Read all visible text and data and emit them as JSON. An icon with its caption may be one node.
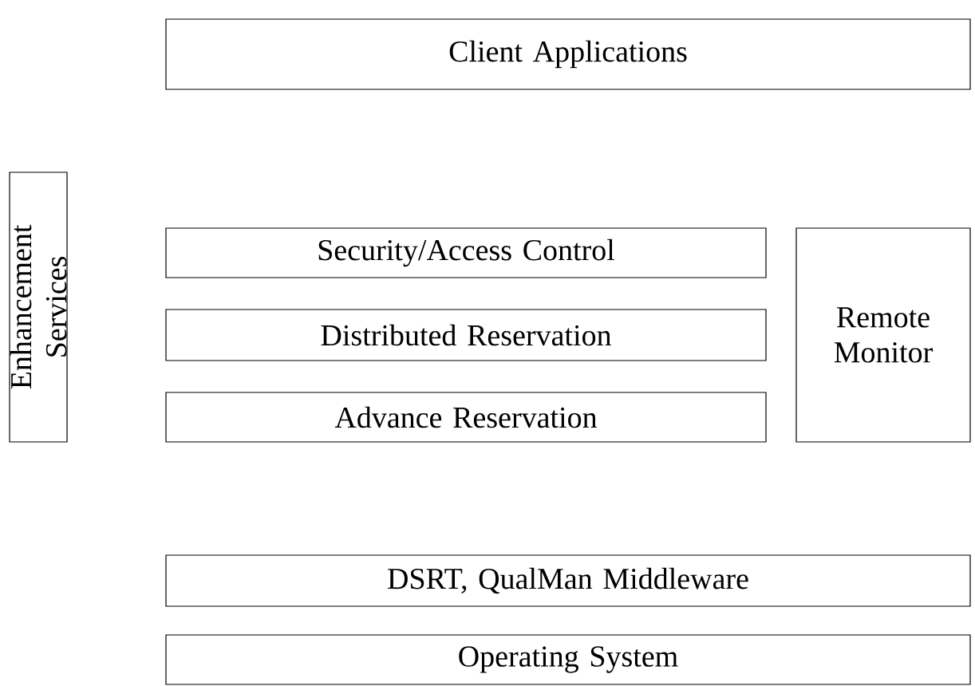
{
  "diagram": {
    "nodes": [
      {
        "text": [
          "Client Applications"
        ]
      },
      {
        "text": [
          "Enhancement Services"
        ]
      },
      {
        "text": [
          "Security/Access Control"
        ]
      },
      {
        "text": [
          "Distributed Reservation"
        ]
      },
      {
        "text": [
          "Advance Reservation"
        ]
      },
      {
        "text": [
          "Remote Monitor"
        ]
      },
      {
        "text": [
          "DSRT, QualMan Middleware"
        ]
      },
      {
        "text": [
          "Operating System"
        ]
      }
    ]
  }
}
